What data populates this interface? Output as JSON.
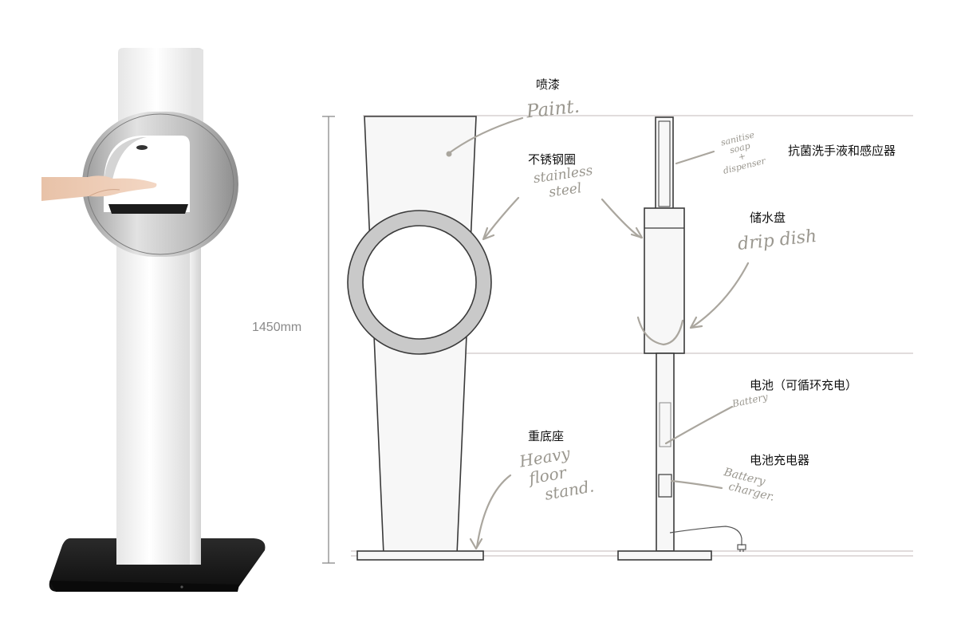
{
  "dimension": {
    "height_label": "1450mm"
  },
  "front_labels": [
    {
      "id": "paint",
      "cn": "喷漆",
      "en": [
        "Paint."
      ]
    },
    {
      "id": "stainless-steel",
      "cn": "不锈钢圈",
      "en": [
        "stainless",
        "steel"
      ]
    },
    {
      "id": "heavy-floor-stand",
      "cn": "重底座",
      "en": [
        "Heavy",
        "floor",
        "stand."
      ]
    }
  ],
  "side_labels": [
    {
      "id": "sanitizer-dispenser",
      "cn": "抗菌洗手液和感应器",
      "en": [
        "sanitise",
        "soap",
        "+",
        "dispenser"
      ]
    },
    {
      "id": "drip-dish",
      "cn": "储水盘",
      "en": [
        "drip dish"
      ]
    },
    {
      "id": "battery",
      "cn": "电池（可循环充电）",
      "en": [
        "Battery"
      ]
    },
    {
      "id": "battery-charger",
      "cn": "电池充电器",
      "en": [
        "Battery",
        "charger."
      ]
    }
  ],
  "colors": {
    "stand_white": "#f7f7f7",
    "steel_ring": "#c9c9c9",
    "sketch_line": "#3a3a3a",
    "guide_line": "#cfc8c8",
    "base_black": "#1e1e1e",
    "handwriting": "#9a978f"
  },
  "icons": [
    "hand-icon",
    "plug-icon",
    "arrow-icon"
  ]
}
